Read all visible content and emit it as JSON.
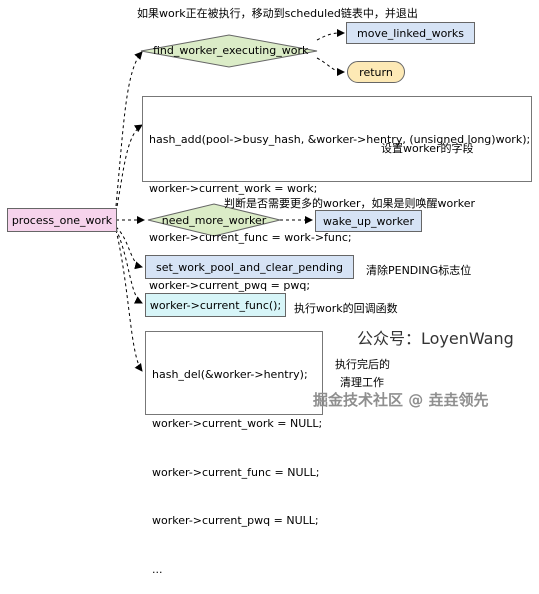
{
  "nodes": {
    "process_one_work": "process_one_work",
    "find_worker_executing_work": "find_worker_executing_work",
    "move_linked_works": "move_linked_works",
    "return": "return",
    "need_more_worker": "need_more_worker",
    "wake_up_worker": "wake_up_worker",
    "set_work_pool_and_clear_pending": "set_work_pool_and_clear_pending",
    "current_func_call": "worker->current_func();"
  },
  "code_blocks": {
    "hash_add": [
      "hash_add(pool->busy_hash, &worker->hentry, (unsigned long)work);",
      "worker->current_work = work;",
      "worker->current_func = work->func;",
      "worker->current_pwq = pwq;",
      "..."
    ],
    "hash_del": [
      "hash_del(&worker->hentry);",
      "worker->current_work = NULL;",
      "worker->current_func = NULL;",
      "worker->current_pwq = NULL;",
      "..."
    ]
  },
  "annotations": {
    "top_note": "如果work正在被执行，移动到scheduled链表中，并退出",
    "set_fields": "设置worker的字段",
    "need_more_note": "判断是否需要更多的worker，如果是则唤醒worker",
    "clear_pending": "清除PENDING标志位",
    "execute_callback": "执行work的回调函数",
    "cleanup_line1": "执行完后的",
    "cleanup_line2": "清理工作"
  },
  "watermarks": {
    "official_account": "公众号：LoyenWang",
    "site": "掘金技术社区 @ 垚垚领先"
  },
  "colors": {
    "process_fill": "#f6d3ec",
    "diamond_fill": "#dbecc7",
    "blue_fill": "#d6e3f5",
    "cyan_fill": "#d7f5f8",
    "return_fill": "#fde9b5",
    "arrow": "#000000"
  }
}
